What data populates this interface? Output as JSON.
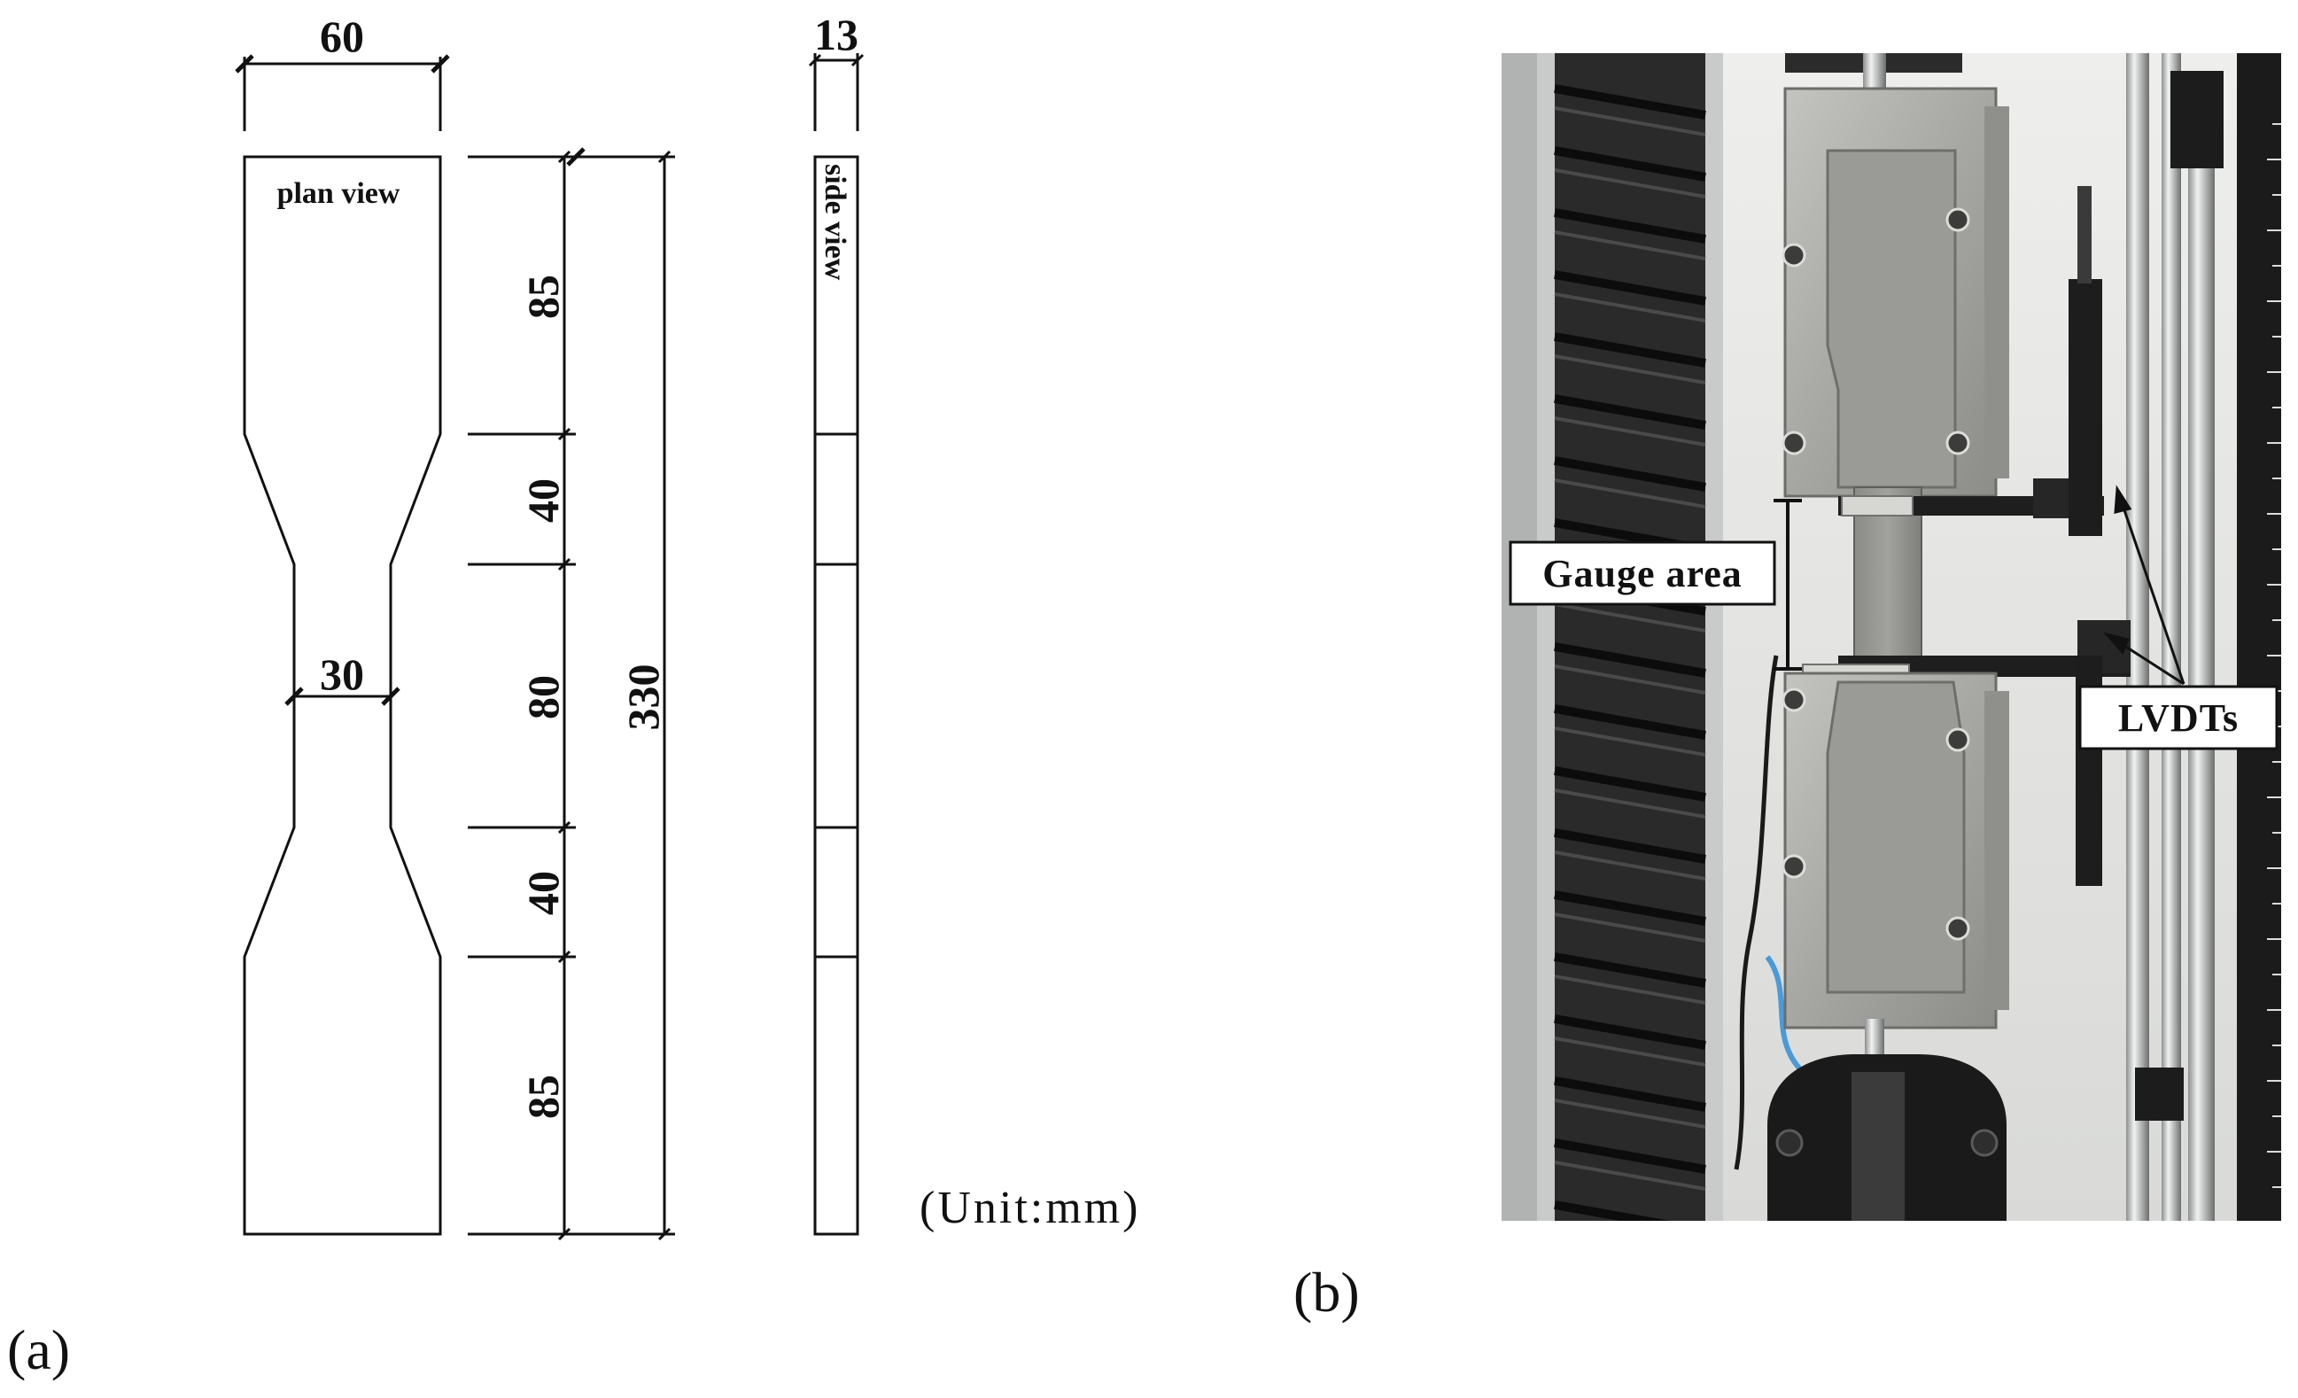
{
  "panel_a": {
    "label": "(a)",
    "plan_view_label": "plan view",
    "side_view_label": "side view",
    "width_dim": "60",
    "gauge_width_dim": "30",
    "thickness_dim": "13",
    "segment_dims": [
      "85",
      "40",
      "80",
      "40",
      "85"
    ],
    "total_length_dim": "330",
    "unit_note": "(Unit:mm)"
  },
  "panel_b": {
    "label": "(b)",
    "gauge_label": "Gauge area",
    "lvdt_label": "LVDTs"
  },
  "colors": {
    "line": "#111111",
    "steel": "#a9aaa6",
    "steel_dark": "#6f706c",
    "frame": "#c4c6c6",
    "louver": "#1c1c1c",
    "fixture": "#1a1a1a"
  }
}
